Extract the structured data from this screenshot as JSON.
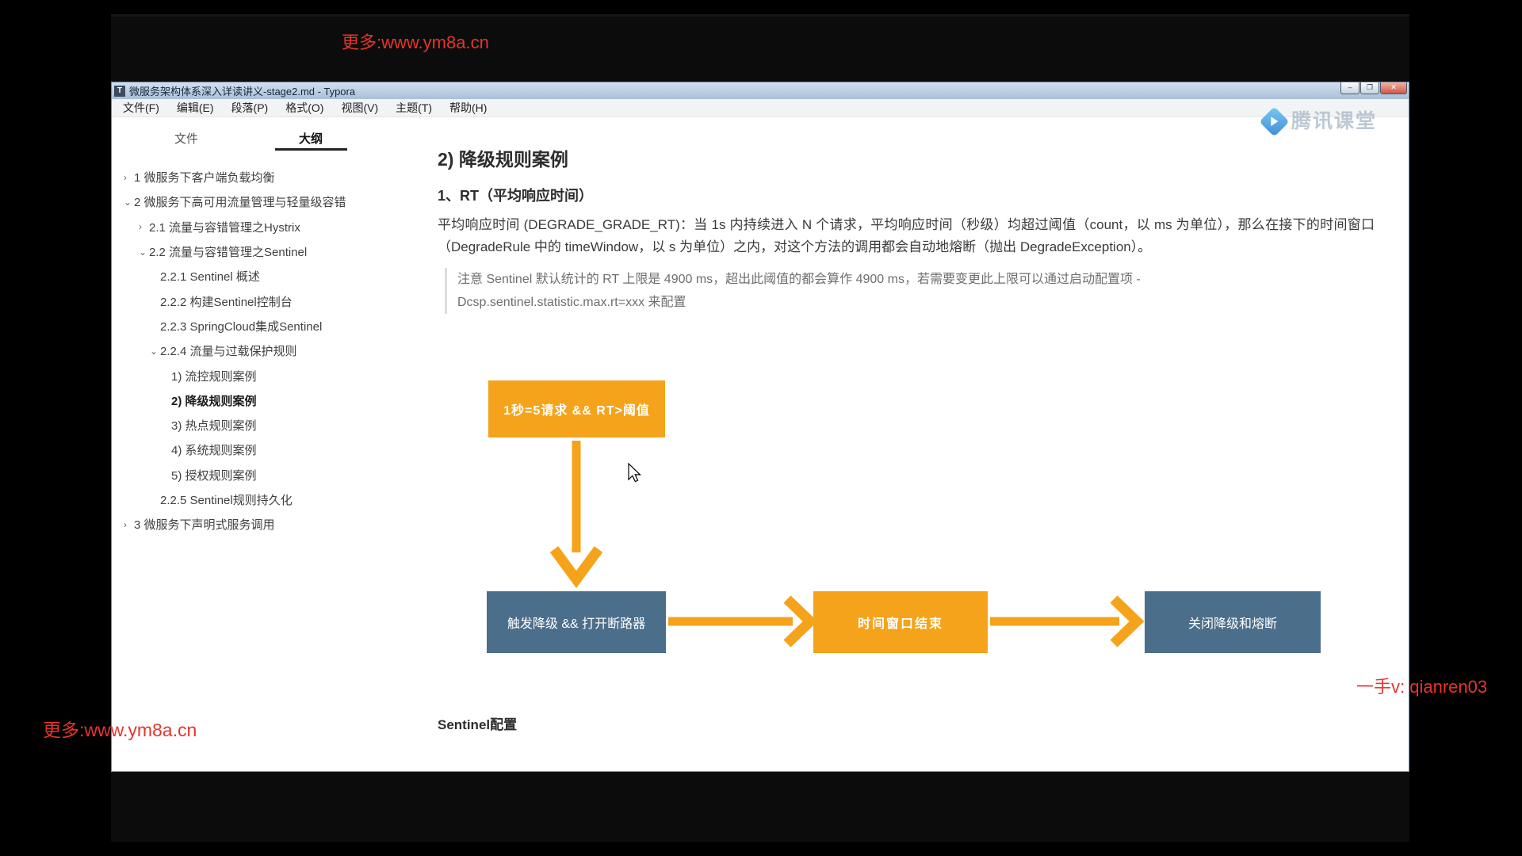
{
  "window": {
    "title": "微服务架构体系深入详读讲义-stage2.md - Typora",
    "app_icon_letter": "T",
    "menu": [
      "文件(F)",
      "编辑(E)",
      "段落(P)",
      "格式(O)",
      "视图(V)",
      "主题(T)",
      "帮助(H)"
    ],
    "controls": {
      "minimize": "–",
      "maximize": "❐",
      "close": "✕"
    }
  },
  "sidebar": {
    "tabs": [
      {
        "label": "文件",
        "active": false
      },
      {
        "label": "大纲",
        "active": true
      }
    ],
    "outline": [
      {
        "arrow": "›",
        "text": "1 微服务下客户端负载均衡"
      },
      {
        "arrow": "⌄",
        "text": "2 微服务下高可用流量管理与轻量级容错"
      },
      {
        "arrow": "›",
        "text": "2.1 流量与容错管理之Hystrix"
      },
      {
        "arrow": "⌄",
        "text": "2.2 流量与容错管理之Sentinel"
      },
      {
        "arrow": "",
        "text": "2.2.1 Sentinel 概述"
      },
      {
        "arrow": "",
        "text": "2.2.2 构建Sentinel控制台"
      },
      {
        "arrow": "",
        "text": "2.2.3 SpringCloud集成Sentinel"
      },
      {
        "arrow": "⌄",
        "text": "2.2.4 流量与过载保护规则"
      },
      {
        "arrow": "",
        "text": "1) 流控规则案例"
      },
      {
        "arrow": "",
        "text": "2) 降级规则案例"
      },
      {
        "arrow": "",
        "text": "3) 热点规则案例"
      },
      {
        "arrow": "",
        "text": "4) 系统规则案例"
      },
      {
        "arrow": "",
        "text": "5) 授权规则案例"
      },
      {
        "arrow": "",
        "text": "2.2.5 Sentinel规则持久化"
      },
      {
        "arrow": "›",
        "text": "3 微服务下声明式服务调用"
      }
    ]
  },
  "content": {
    "heading": "2) 降级规则案例",
    "subheading": "1、RT（平均响应时间）",
    "paragraph": "平均响应时间 (DEGRADE_GRADE_RT)：当 1s 内持续进入 N 个请求，平均响应时间（秒级）均超过阈值（count，以 ms 为单位），那么在接下的时间窗口（DegradeRule 中的 timeWindow，以 s 为单位）之内，对这个方法的调用都会自动地熔断（抛出 DegradeException）。",
    "blockquote_line1": "注意 Sentinel 默认统计的 RT 上限是 4900 ms，超出此阈值的都会算作 4900 ms，若需要变更此上限可以通过启动配置项 -",
    "blockquote_line2": "Dcsp.sentinel.statistic.max.rt=xxx 来配置",
    "footer_label": "Sentinel配置"
  },
  "diagram": {
    "box_condition": "1秒=5请求 &&  RT>阈值",
    "box_trigger": "触发降级 && 打开断路器",
    "box_window_end": "时间窗口结束",
    "box_close": "关闭降级和熔断",
    "orange_color": "#f5a31b",
    "slate_color": "#4b6e8b"
  },
  "watermarks": {
    "top": "更多:www.ym8a.cn",
    "bottom_left": "更多:www.ym8a.cn",
    "right": "一手v: qianren03",
    "color": "#e7342c"
  },
  "brand": {
    "logo_text": "腾讯课堂"
  }
}
